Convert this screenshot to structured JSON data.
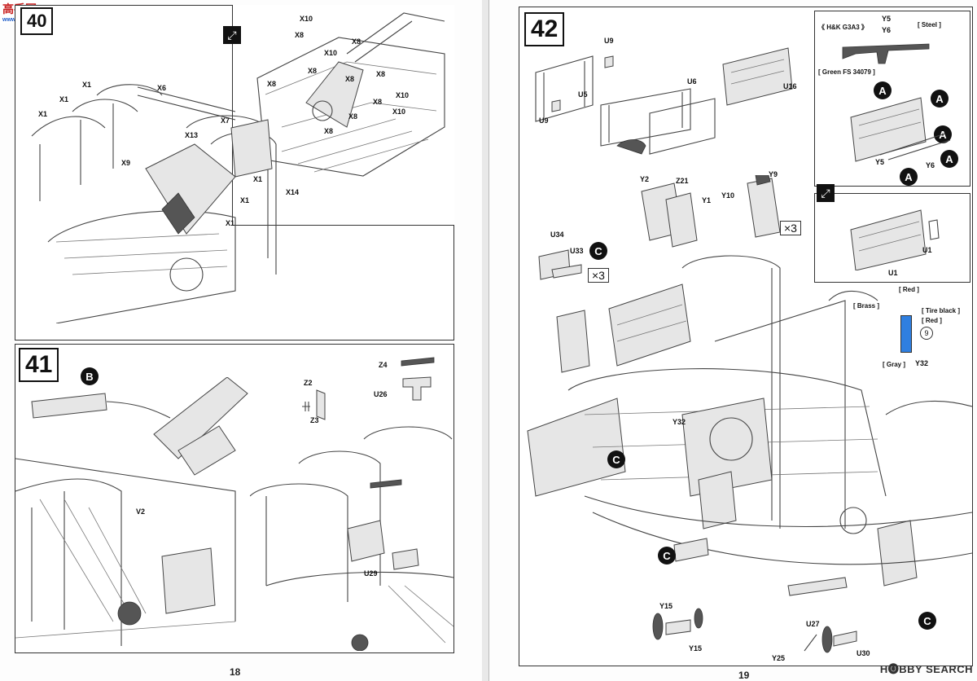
{
  "watermark_top_left": {
    "title": "高手网",
    "sub": "www.gaoshou.net"
  },
  "watermark_bottom_right": "H🅞BBY SEARCH",
  "left_page": {
    "page_number": "18",
    "step40": {
      "number": "40",
      "labels": [
        "X1",
        "X1",
        "X1",
        "X1",
        "X1",
        "X1",
        "X6",
        "X13",
        "X9",
        "X7",
        "X14"
      ],
      "inset_labels": [
        "X10",
        "X8",
        "X10",
        "X8",
        "X8",
        "X8",
        "X8",
        "X8",
        "X10",
        "X8",
        "X8",
        "X10",
        "X8"
      ]
    },
    "step41": {
      "number": "41",
      "marker": "B",
      "labels": [
        "V2",
        "Z2",
        "Z3",
        "Z4",
        "U26",
        "U29"
      ]
    }
  },
  "right_page": {
    "page_number": "19",
    "step42": {
      "number": "42",
      "labels": [
        "U9",
        "U5",
        "U9",
        "U6",
        "U16",
        "Y2",
        "Z21",
        "Y1",
        "Y9",
        "Y10",
        "U34",
        "U33",
        "Y32",
        "Y15",
        "Y15",
        "U27",
        "Y25",
        "U30"
      ],
      "multipliers": [
        "×3",
        "×3"
      ],
      "markers": [
        "C",
        "C",
        "C",
        "C"
      ]
    },
    "inset_rifle": {
      "title": "《 H&K G3A3 》",
      "parts": [
        "Y5",
        "Y6"
      ],
      "steel": "[ Steel ]",
      "green": "[ Green FS 34079 ]",
      "labels": [
        "Y5",
        "Y6"
      ],
      "markers": [
        "A",
        "A",
        "A",
        "A",
        "A"
      ]
    },
    "inset_rack": {
      "labels": [
        "U1",
        "U1"
      ]
    },
    "extinguisher": {
      "label_red_top": "[ Red ]",
      "label_brass": "[ Brass ]",
      "label_tire": "[ Tire black ]",
      "label_red": "[ Red ]",
      "label_gray": "[ Gray ]",
      "paint_number": "9",
      "part": "Y32"
    }
  }
}
